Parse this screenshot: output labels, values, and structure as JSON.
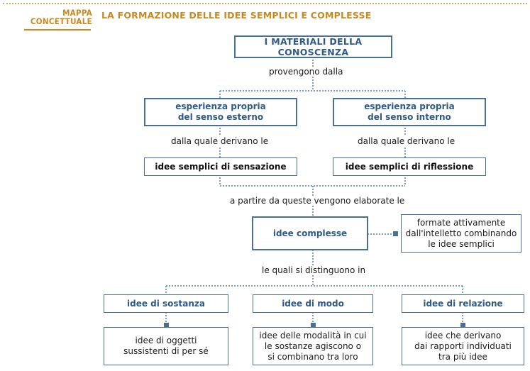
{
  "header": {
    "badge_line1": "MAPPA",
    "badge_line2": "CONCETTUALE",
    "title": "LA FORMAZIONE DELLE IDEE SEMPLICI E COMPLESSE"
  },
  "root": "I MATERIALI DELLA CONOSCENZA",
  "link_provengono": "provengono dalla",
  "source_external": "esperienza propria\ndel senso esterno",
  "source_internal": "esperienza propria\ndel senso interno",
  "link_external": "dalla quale derivano le",
  "link_internal": "dalla quale derivano le",
  "simple_sensation": "idee semplici di sensazione",
  "simple_reflection": "idee semplici di riflessione",
  "link_partire": "a partire da queste vengono elaborate le",
  "complex": "idee complesse",
  "complex_note": "formate attivamente\ndall'intelletto combinando\nle idee semplici",
  "link_distinguono": "le quali si distinguono in",
  "types": [
    {
      "label": "idee di sostanza",
      "description": "idee di oggetti\nsussistenti di per sé"
    },
    {
      "label": "idee di modo",
      "description": "idee delle modalità in cui\nle sostanze agiscono o\nsi combinano tra loro"
    },
    {
      "label": "idee di relazione",
      "description": "idee che derivano\ndai rapporti individuati\ntra più idee"
    }
  ],
  "colors": {
    "box_border": "#4a6f96",
    "connector": "#7f9fbf",
    "accent": "#c8891f",
    "label_blue": "#2e5a87"
  }
}
